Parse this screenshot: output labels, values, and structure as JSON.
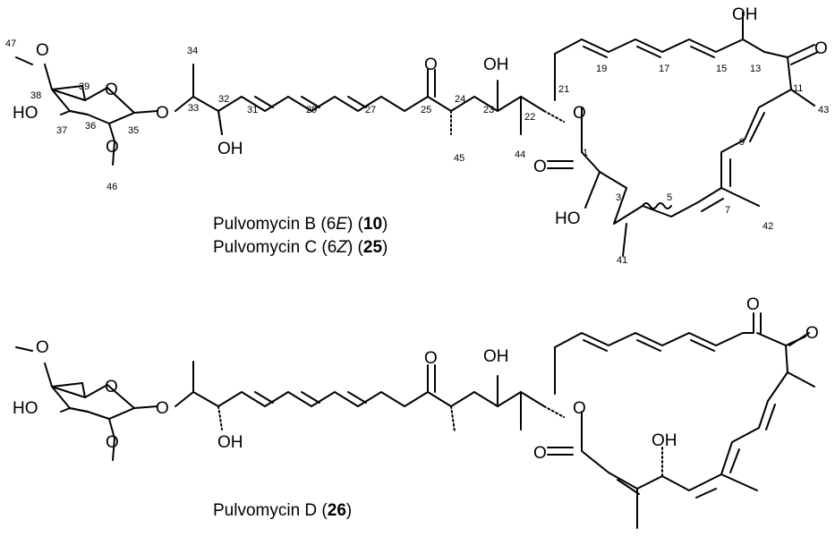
{
  "compound_top": {
    "captions": [
      {
        "prefix": "Pulvomycin B (6",
        "stereo": "E",
        "mid": ") (",
        "id": "10",
        "suffix": ")"
      },
      {
        "prefix": "Pulvomycin C (6",
        "stereo": "Z",
        "mid": ") (",
        "id": "25",
        "suffix": ")"
      }
    ],
    "atom_labels": {
      "o_methoxy_top": "O",
      "ho_sugar": "HO",
      "o_ring": "O",
      "o_glycosidic": "O",
      "o_methoxy_bottom": "O",
      "oh_32": "OH",
      "o_ketone_25": "O",
      "oh_23": "OH",
      "o_lactone": "O",
      "o_carbonyl_1": "O",
      "oh_13": "OH",
      "o_ketone_12": "O",
      "ho_3": "HO"
    },
    "atom_numbers": {
      "n47": "47",
      "n38": "38",
      "n39": "39",
      "n37": "37",
      "n36": "36",
      "n35": "35",
      "n46": "46",
      "n34": "34",
      "n33": "33",
      "n32": "32",
      "n31": "31",
      "n29": "29",
      "n27": "27",
      "n25": "25",
      "n24": "24",
      "n23": "23",
      "n22": "22",
      "n45": "45",
      "n44": "44",
      "n21": "21",
      "n19": "19",
      "n17": "17",
      "n15": "15",
      "n13": "13",
      "n11": "11",
      "n43": "43",
      "n9": "9",
      "n1": "1",
      "n7": "7",
      "n5": "5",
      "n3": "3",
      "n42": "42",
      "n41": "41"
    }
  },
  "compound_bottom": {
    "caption": {
      "prefix": "Pulvomycin D (",
      "id": "26",
      "suffix": ")"
    },
    "atom_labels": {
      "o_methoxy_top": "O",
      "ho_sugar": "HO",
      "o_ring": "O",
      "o_glycosidic": "O",
      "o_methoxy_bottom": "O",
      "oh_32": "OH",
      "o_ketone_25": "O",
      "oh_23": "OH",
      "o_lactone": "O",
      "o_carbonyl_1": "O",
      "o_dione_a": "O",
      "o_dione_b": "O",
      "oh_macro": "OH"
    }
  }
}
